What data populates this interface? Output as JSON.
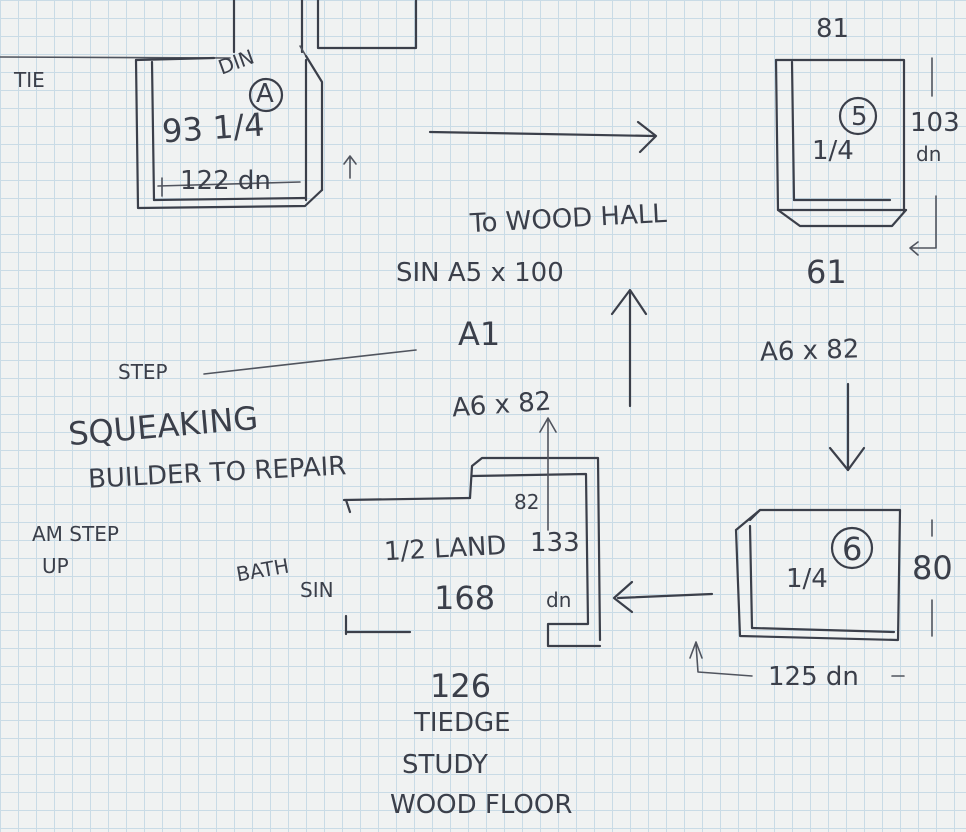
{
  "labels": {
    "tie": "TIE",
    "room_a_din": "DIN",
    "room_a_id": "A",
    "room_a_fraction": "93 1/4",
    "room_a_width": "122 dn",
    "to_wood_hall": "To WOOD HALL",
    "sin_size": "SIN A5 x 100",
    "a1": "A1",
    "a6x82_left": "A6 x 82",
    "step": "STEP",
    "squeaking": "SQUEAKING",
    "builder_repair": "BUILDER TO REPAIR",
    "am_step": "AM STEP",
    "up": "UP",
    "room_5_top": "81",
    "room_5_id": "5",
    "room_5_fraction": "1/4",
    "room_5_side": "103",
    "room_5_side_unit": "dn",
    "room_5_bottom": "61",
    "a6x82_right": "A6 x 82",
    "landing_82": "82",
    "landing_half": "1/2 LAND",
    "landing_133": "133",
    "landing_168": "168",
    "landing_dn": "dn",
    "bath": "BATH",
    "landing_sin": "SIN",
    "below_126": "126",
    "below_tiedge": "TIEDGE",
    "below_study": "STUDY",
    "below_wood_floor": "WOOD FLOOR",
    "room_6_id": "6",
    "room_6_fraction": "1/4",
    "room_6_side": "80",
    "room_6_bottom": "125 dn"
  }
}
